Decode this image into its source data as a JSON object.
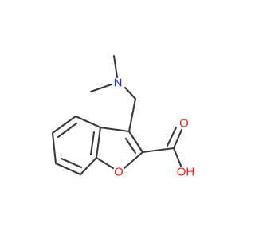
{
  "molecule": {
    "atoms": {
      "nitrogen": {
        "symbol": "N",
        "color": "#2a2aff"
      },
      "ring_oxygen": {
        "symbol": "O",
        "color": "#ff1a1a"
      },
      "carbonyl_oxygen": {
        "symbol": "O",
        "color": "#ff1a1a"
      },
      "hydroxyl": {
        "symbol": "OH",
        "color": "#ff1a1a"
      }
    },
    "bond_color": "#3a3a3a"
  }
}
